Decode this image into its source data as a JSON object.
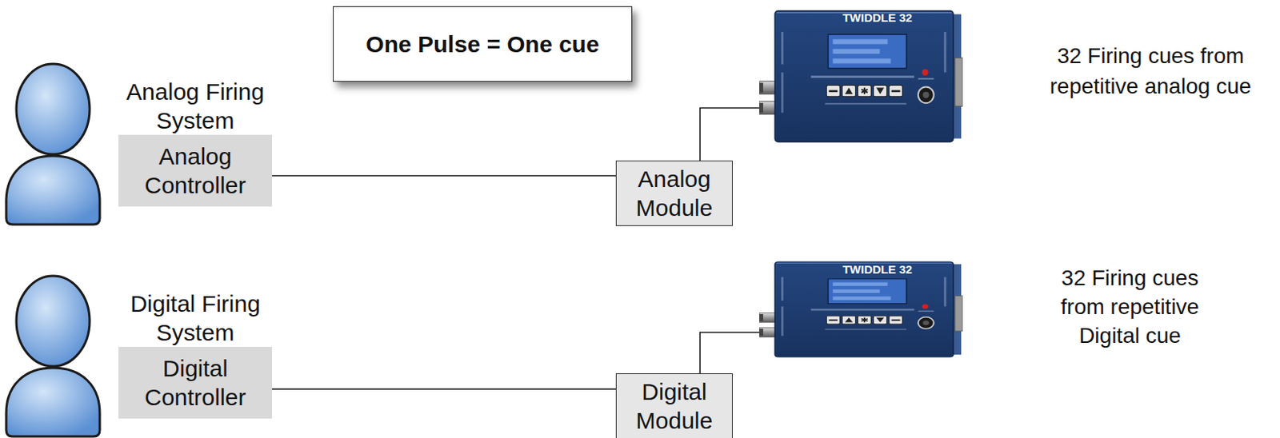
{
  "diagram": {
    "nodes": [
      {
        "text": [
          "One Pulse = One cue"
        ]
      },
      {
        "text": [
          "Analog Firing System",
          "Analog Controller"
        ]
      },
      {
        "text": [
          "Analog Module"
        ]
      },
      {
        "text": [
          "TWIDDLE 32"
        ]
      },
      {
        "text": [
          "Digital Firing System",
          "Digital Controller"
        ]
      },
      {
        "text": [
          "Digital Module"
        ]
      },
      {
        "text": [
          "TWIDDLE 32"
        ]
      }
    ],
    "edges": [
      {
        "from": 1,
        "to": 2,
        "arrow": "none"
      },
      {
        "from": 2,
        "to": 3,
        "arrow": "none"
      },
      {
        "from": 4,
        "to": 5,
        "arrow": "none"
      },
      {
        "from": 5,
        "to": 6,
        "arrow": "none"
      }
    ],
    "labels": [
      "32 Firing cues from repetitive analog cue",
      "32 Firing cues from repetitive Digital cue"
    ]
  }
}
